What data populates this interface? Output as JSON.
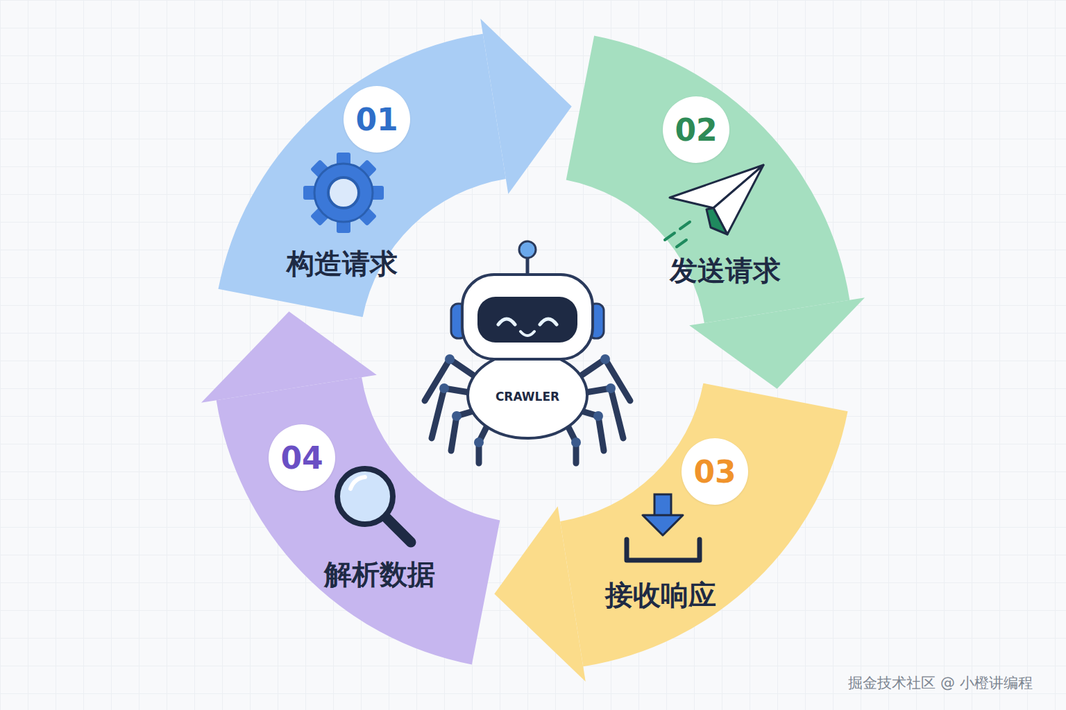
{
  "diagram": {
    "nodes": [
      {
        "text": [
          "01",
          "构造请求"
        ]
      },
      {
        "text": [
          "02",
          "发送请求"
        ]
      },
      {
        "text": [
          "03",
          "接收响应"
        ]
      },
      {
        "text": [
          "04",
          "解析数据"
        ]
      }
    ],
    "edges": [
      {
        "from": 0,
        "to": 1,
        "arrow": "to"
      },
      {
        "from": 1,
        "to": 2,
        "arrow": "to"
      },
      {
        "from": 2,
        "to": 3,
        "arrow": "to"
      },
      {
        "from": 3,
        "to": 0,
        "arrow": "to"
      }
    ],
    "labels": [
      "CRAWLER",
      "掘金技术社区 @ 小橙讲编程"
    ]
  }
}
